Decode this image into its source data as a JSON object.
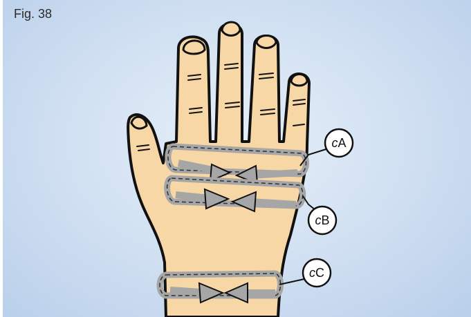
{
  "figure": {
    "label": "Fig. 38"
  },
  "callouts": [
    {
      "prefix": "c",
      "letter": "A"
    },
    {
      "prefix": "c",
      "letter": "B"
    },
    {
      "prefix": "c",
      "letter": "C"
    }
  ],
  "colors": {
    "skin": "#f7d7a6",
    "outline": "#111111",
    "bandage": "#a6a6a6",
    "background": "#cfdff1"
  }
}
